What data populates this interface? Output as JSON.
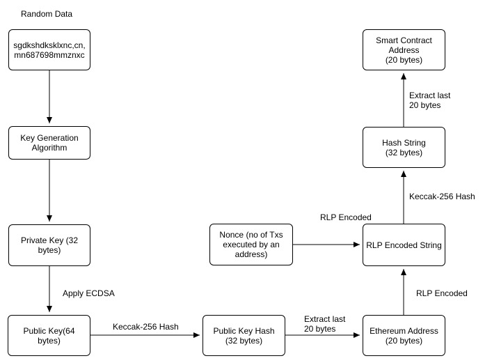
{
  "title": "Random Data",
  "nodes": {
    "random_data": "sgdkshdksklxnc,cn,\nmn687698mmznxc",
    "key_gen": "Key Generation\nAlgorithm",
    "private_key": "Private Key (32\nbytes)",
    "public_key": "Public Key(64 bytes)",
    "public_key_hash": "Public Key Hash\n(32 bytes)",
    "ethereum_address": "Ethereum Address\n(20 bytes)",
    "nonce": "Nonce (no of Txs\nexecuted by an\naddress)",
    "rlp_string": "RLP Encoded String",
    "hash_string": "Hash String\n(32 bytes)",
    "smart_contract": "Smart Contract\nAddress\n(20 bytes)"
  },
  "edge_labels": {
    "apply_ecdsa": "Apply ECDSA",
    "keccak_pub": "Keccak-256 Hash",
    "extract_last_bottom": "Extract last\n20 bytes",
    "rlp_encoded_right": "RLP Encoded",
    "rlp_encoded_top": "RLP Encoded",
    "keccak_rlp": "Keccak-256 Hash",
    "extract_last_top": "Extract last\n20 bytes"
  },
  "colors": {
    "stroke": "#000000",
    "fill": "#ffffff",
    "text": "#000000"
  }
}
